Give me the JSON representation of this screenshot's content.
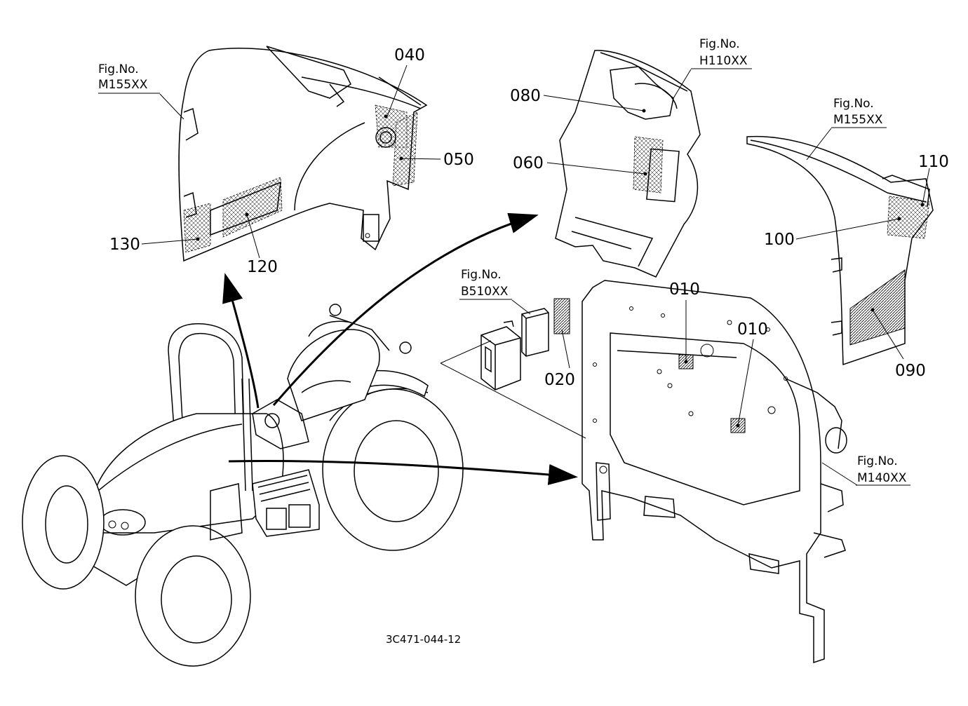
{
  "callouts": {
    "c010a": "010",
    "c010b": "010",
    "c020": "020",
    "c040": "040",
    "c050": "050",
    "c060": "060",
    "c080": "080",
    "c090": "090",
    "c100": "100",
    "c110": "110",
    "c120": "120",
    "c130": "130"
  },
  "figures": {
    "fig_label": "Fig.No.",
    "m155_left": "M155XX",
    "h110": "H110XX",
    "m155_right": "M155XX",
    "b510": "B510XX",
    "m140": "M140XX"
  },
  "drawing_code": "3C471-044-12"
}
